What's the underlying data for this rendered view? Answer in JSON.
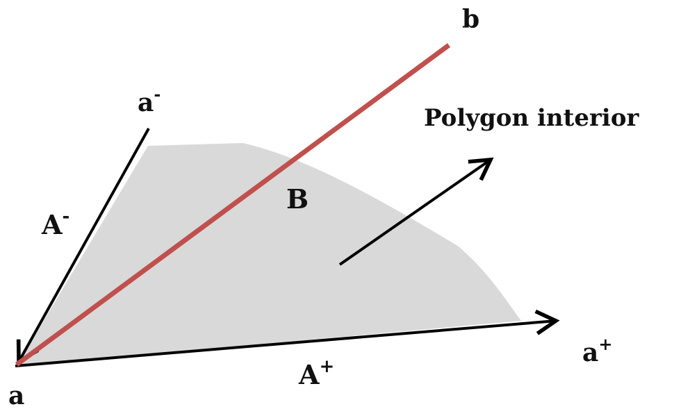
{
  "labels": {
    "a": "a",
    "b": "b",
    "a_minus_base": "a",
    "a_minus_sup": "-",
    "a_plus_base": "a",
    "a_plus_sup": "+",
    "A_minus_base": "A",
    "A_minus_sup": "-",
    "A_plus_base": "A",
    "A_plus_sup": "+",
    "B": "B",
    "interior": "Polygon interior"
  },
  "colors": {
    "region_fill": "#d9d9d9",
    "segment": "#c0504d",
    "arrow": "#000000",
    "text": "#111111"
  }
}
